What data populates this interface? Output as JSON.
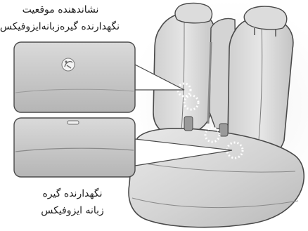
{
  "labels": {
    "top": {
      "line1": "نشاندهنده موقعیت",
      "line2": "نگهدارنده گیره‌زبانه‌ایزوفیکس"
    },
    "bottom": {
      "line1": "نگهدارنده گیره",
      "line2": "زبانه ایزوفیکس"
    }
  },
  "colors": {
    "background": "#ffffff",
    "seat_fill": "#d8d8d8",
    "seat_outline": "#4a4a4a",
    "inset_fill": "#c9c9c9",
    "marker": "#ffffff"
  }
}
